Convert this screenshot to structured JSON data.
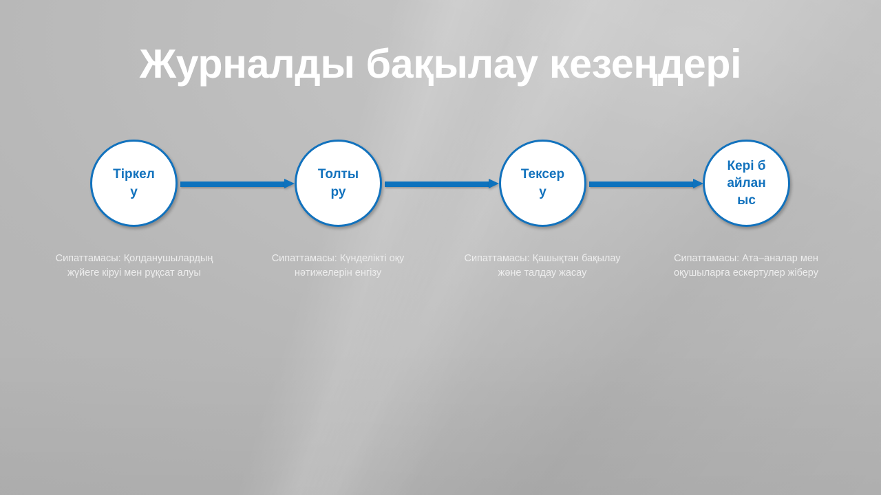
{
  "slide": {
    "title": "Журналды бақылау кезеңдері",
    "accent_color": "#1272bd",
    "arrow_color": "#0d72bd",
    "title_color": "#ffffff",
    "caption_color": "#ededed",
    "background_color": "#bdbdbd",
    "node_fill_color": "#ffffff"
  },
  "steps": [
    {
      "label": "Тіркелу",
      "caption": "Сипаттамасы: Қолданушылардың жүйеге кіруі мен рұқсат алуы"
    },
    {
      "label": "Толтыру",
      "caption": "Сипаттамасы: Күнделікті оқу нәтижелерін енгізу"
    },
    {
      "label": "Тексеру",
      "caption": "Сипаттамасы: Қашықтан бақылау және талдау жасау"
    },
    {
      "label": "Кері байланыс",
      "caption": "Сипаттамасы: Ата–аналар мен оқушыларға ескертулер жіберу"
    }
  ],
  "connectors": [
    {
      "name": "arrow-step1-to-step2"
    },
    {
      "name": "arrow-step2-to-step3"
    },
    {
      "name": "arrow-step3-to-step4"
    }
  ]
}
